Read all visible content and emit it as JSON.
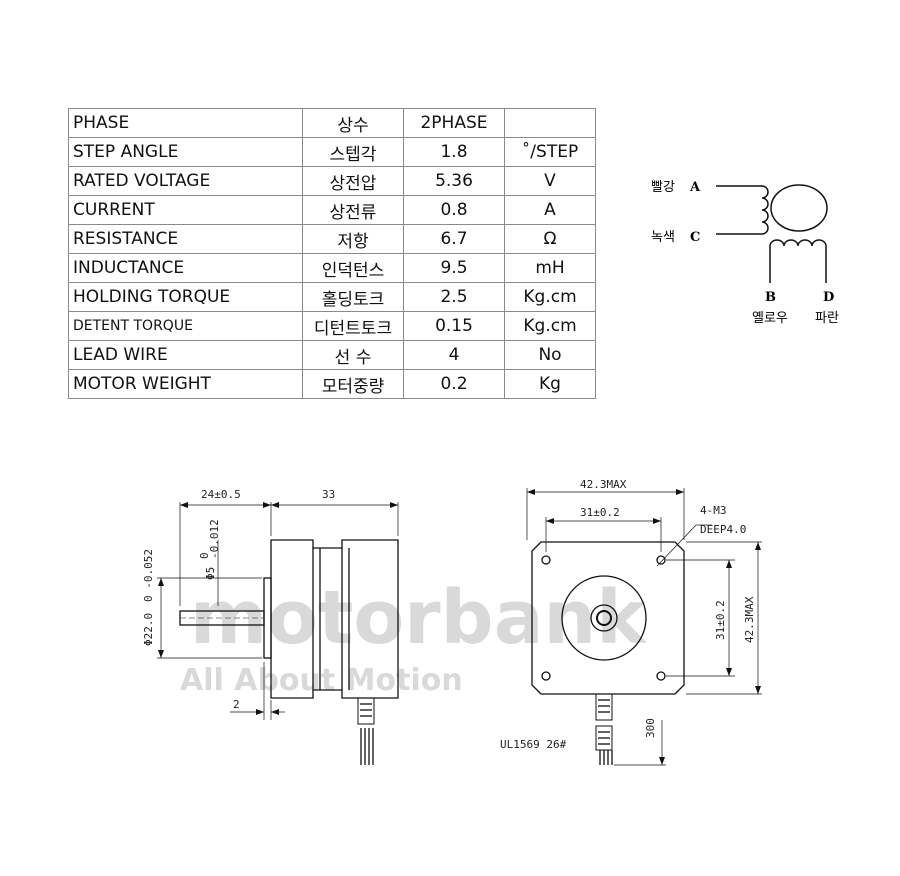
{
  "spec_table": {
    "rows": [
      {
        "en": "PHASE",
        "ko": "상수",
        "value": "2PHASE",
        "unit": ""
      },
      {
        "en": "STEP ANGLE",
        "ko": "스텝각",
        "value": "1.8",
        "unit": "˚/STEP"
      },
      {
        "en": "RATED VOLTAGE",
        "ko": "상전압",
        "value": "5.36",
        "unit": "V"
      },
      {
        "en": "CURRENT",
        "ko": "상전류",
        "value": "0.8",
        "unit": "A"
      },
      {
        "en": "RESISTANCE",
        "ko": "저항",
        "value": "6.7",
        "unit": "Ω"
      },
      {
        "en": "INDUCTANCE",
        "ko": "인덕턴스",
        "value": "9.5",
        "unit": "mH"
      },
      {
        "en": "HOLDING TORQUE",
        "ko": "홀딩토크",
        "value": "2.5",
        "unit": "Kg.cm"
      },
      {
        "en": "DETENT TORQUE",
        "ko": "디턴트토크",
        "value": "0.15",
        "unit": "Kg.cm"
      },
      {
        "en": "LEAD WIRE",
        "ko": "선 수",
        "value": "4",
        "unit": "No"
      },
      {
        "en": "MOTOR WEIGHT",
        "ko": "모터중량",
        "value": "0.2",
        "unit": "Kg"
      }
    ]
  },
  "wiring": {
    "a_color": "빨강",
    "a_letter": "A",
    "c_color": "녹색",
    "c_letter": "C",
    "b_letter": "B",
    "b_color": "옐로우",
    "d_letter": "D",
    "d_color": "파란"
  },
  "side_view": {
    "dim_shaft": "24±0.5",
    "dim_body": "33",
    "dim_shaft_dia_base": "Φ5",
    "dim_shaft_dia_up": "0",
    "dim_shaft_dia_low": "-0.012",
    "dim_boss_dia": "Φ22.0",
    "dim_boss_dia_tol": "0 -0.052",
    "dim_boss_len": "2"
  },
  "front_view": {
    "dim_max": "42.3MAX",
    "dim_holes": "31±0.2",
    "dim_holes_v": "31±0.2",
    "dim_max_v": "42.3MAX",
    "screw": "4-M3",
    "depth": "DEEP4.0",
    "lead_len": "300",
    "cable": "UL1569 26#"
  },
  "watermark": {
    "brand": "motorbank",
    "tagline": "All About Motion"
  },
  "colors": {
    "border": "#8a8a8a",
    "line": "#111111",
    "watermark": "#d9d9d9"
  }
}
